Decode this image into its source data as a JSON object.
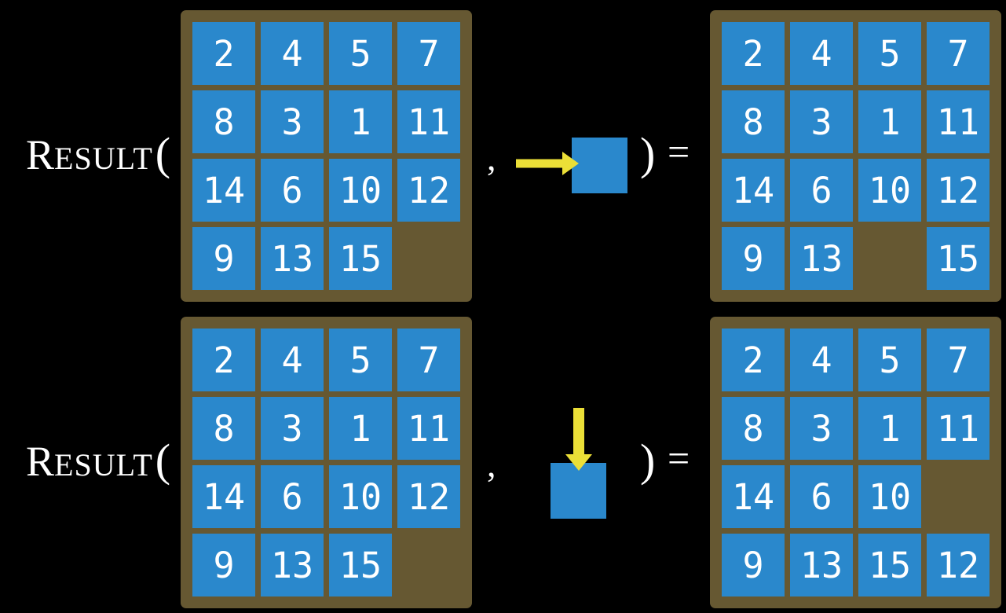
{
  "function_name": "Result",
  "examples": [
    {
      "label_initial": "R",
      "label_rest": "ESULT",
      "open_paren": "(",
      "comma": ",",
      "action_icon": "right-arrow-icon",
      "close_paren": ")",
      "equals_sign": "=",
      "input_grid": [
        [
          2,
          4,
          5,
          7
        ],
        [
          8,
          3,
          1,
          11
        ],
        [
          14,
          6,
          10,
          12
        ],
        [
          9,
          13,
          15,
          null
        ]
      ],
      "output_grid": [
        [
          2,
          4,
          5,
          7
        ],
        [
          8,
          3,
          1,
          11
        ],
        [
          14,
          6,
          10,
          12
        ],
        [
          9,
          13,
          null,
          15
        ]
      ]
    },
    {
      "label_initial": "R",
      "label_rest": "ESULT",
      "open_paren": "(",
      "comma": ",",
      "action_icon": "down-arrow-icon",
      "close_paren": ")",
      "equals_sign": "=",
      "input_grid": [
        [
          2,
          4,
          5,
          7
        ],
        [
          8,
          3,
          1,
          11
        ],
        [
          14,
          6,
          10,
          12
        ],
        [
          9,
          13,
          15,
          null
        ]
      ],
      "output_grid": [
        [
          2,
          4,
          5,
          7
        ],
        [
          8,
          3,
          1,
          11
        ],
        [
          14,
          6,
          10,
          null
        ],
        [
          9,
          13,
          15,
          12
        ]
      ]
    }
  ],
  "colors": {
    "background": "#000000",
    "frame_brown": "#665832",
    "tile_blue": "#2A88CC",
    "arrow_yellow": "#EBDF37",
    "text_white": "#FFFFFF"
  }
}
